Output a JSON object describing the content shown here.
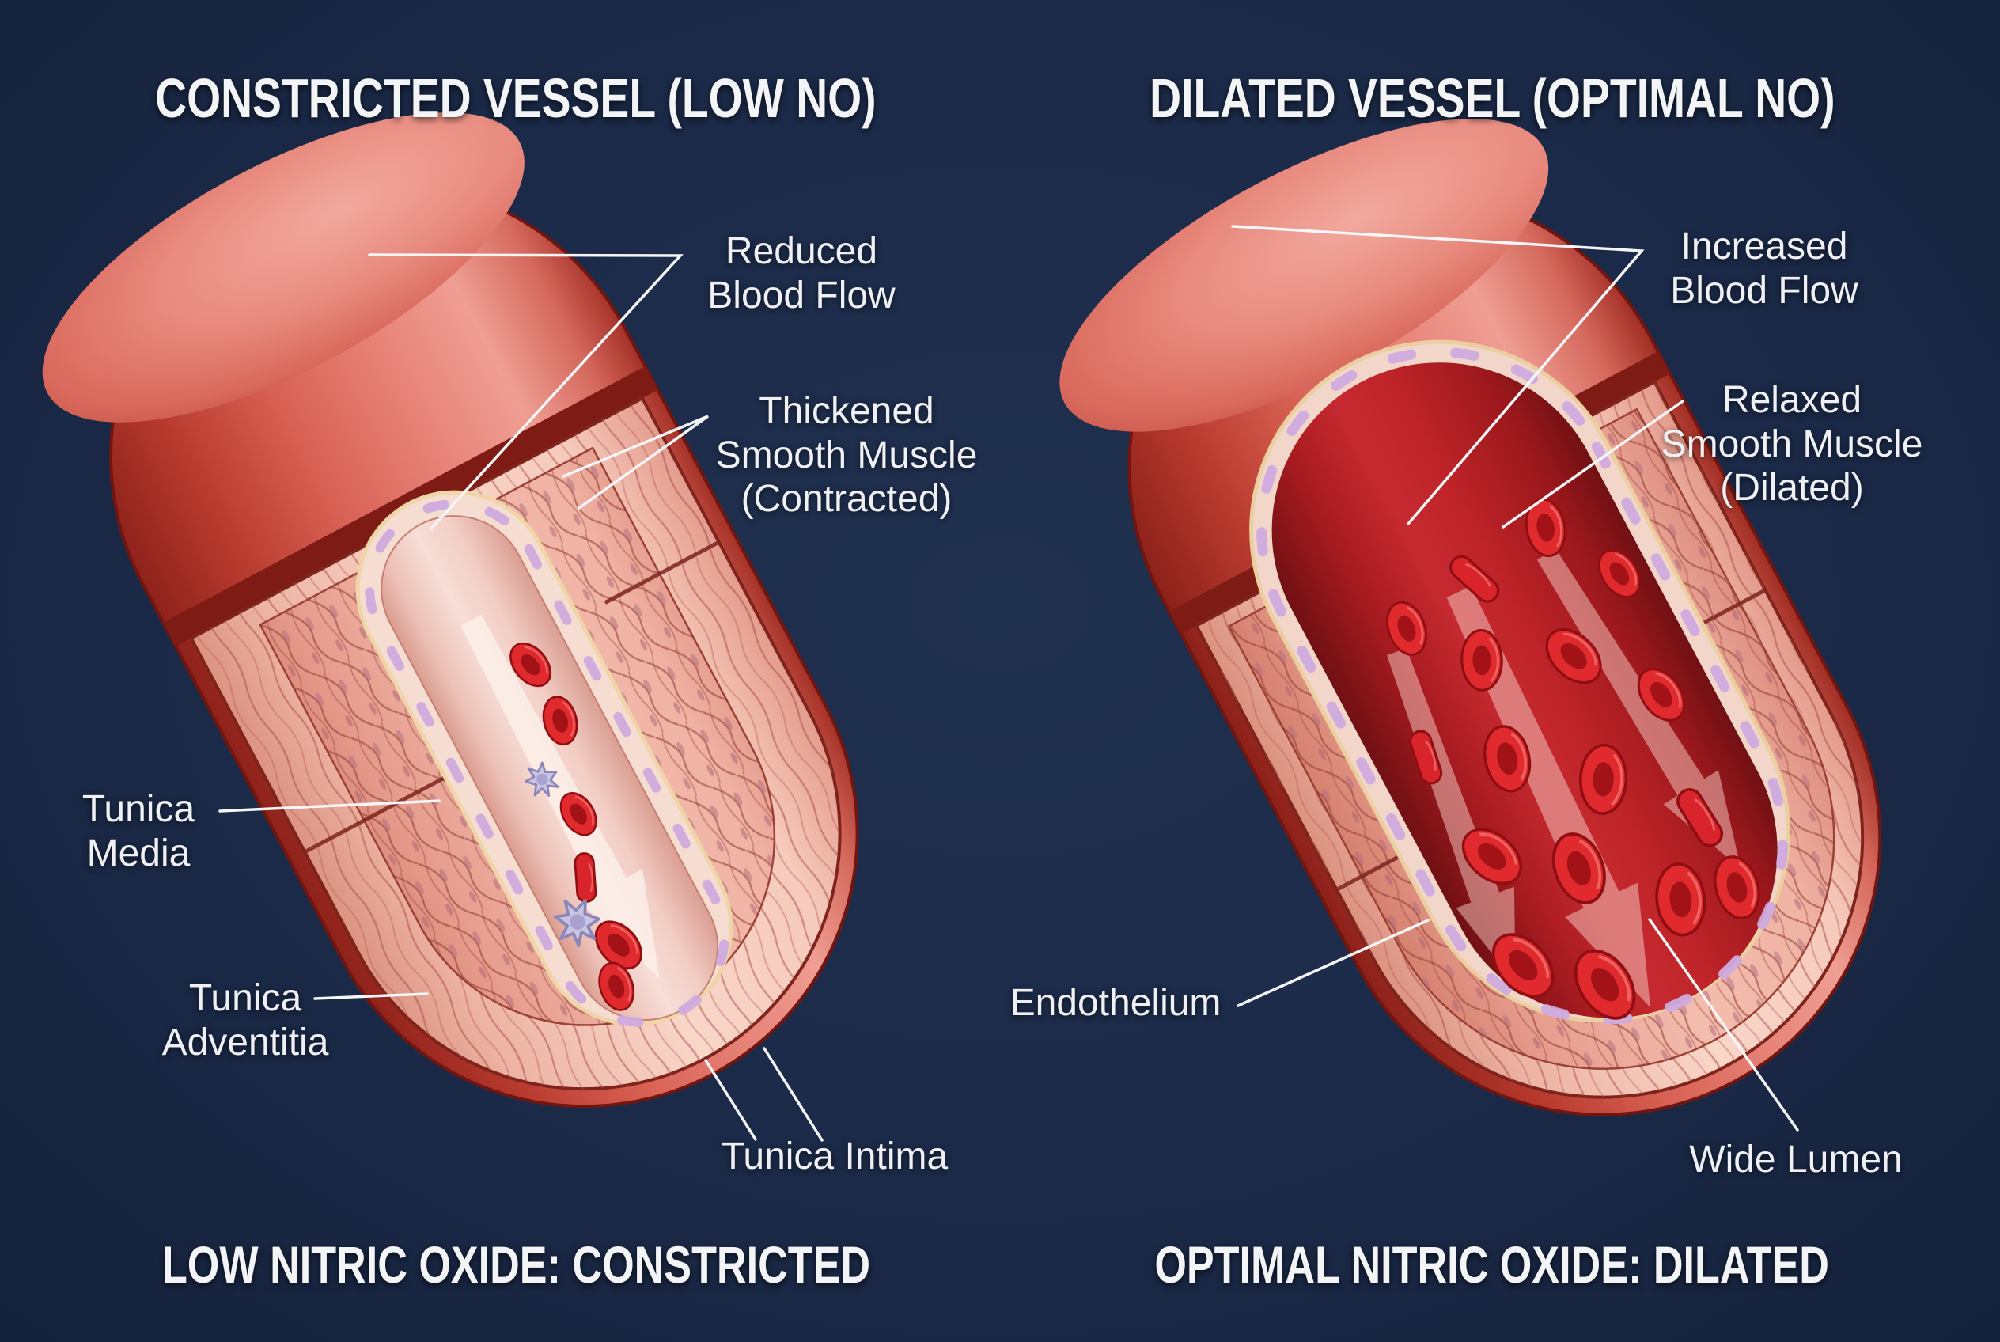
{
  "left": {
    "title": "CONSTRICTED VESSEL (LOW NO)",
    "caption": "LOW NITRIC OXIDE: CONSTRICTED",
    "labels": {
      "reduced_blood_flow": [
        "Reduced",
        "Blood Flow"
      ],
      "thickened_smooth_muscle": [
        "Thickened",
        "Smooth Muscle",
        "(Contracted)"
      ],
      "tunica_media": [
        "Tunica",
        "Media"
      ],
      "tunica_adventitia": [
        "Tunica",
        "Adventitia"
      ],
      "tunica_intima": [
        "Tunica Intima"
      ]
    }
  },
  "right": {
    "title": "DILATED VESSEL (OPTIMAL NO)",
    "caption": "OPTIMAL NITRIC OXIDE: DILATED",
    "labels": {
      "increased_blood_flow": [
        "Increased",
        "Blood Flow"
      ],
      "relaxed_smooth_muscle": [
        "Relaxed",
        "Smooth Muscle",
        "(Dilated)"
      ],
      "endothelium": [
        "Endothelium"
      ],
      "wide_lumen": [
        "Wide Lumen"
      ]
    }
  },
  "palette": {
    "background": "#1b2a48",
    "vessel_outer_red": "#d86154",
    "vessel_cap_highlight": "#f2a99e",
    "wall_pink": "#f6cabc",
    "muscle_fiber": "#8e3a30",
    "lumen_constricted": "#f7ded7",
    "lumen_dilated": "#c0262b",
    "rbc_red": "#e02a2e",
    "platelet_lavender": "#c9c4e2",
    "endothelium_nuclei": "#cfaade",
    "label_text": "#eef0f3",
    "leader_line": "#f4f5f7"
  }
}
